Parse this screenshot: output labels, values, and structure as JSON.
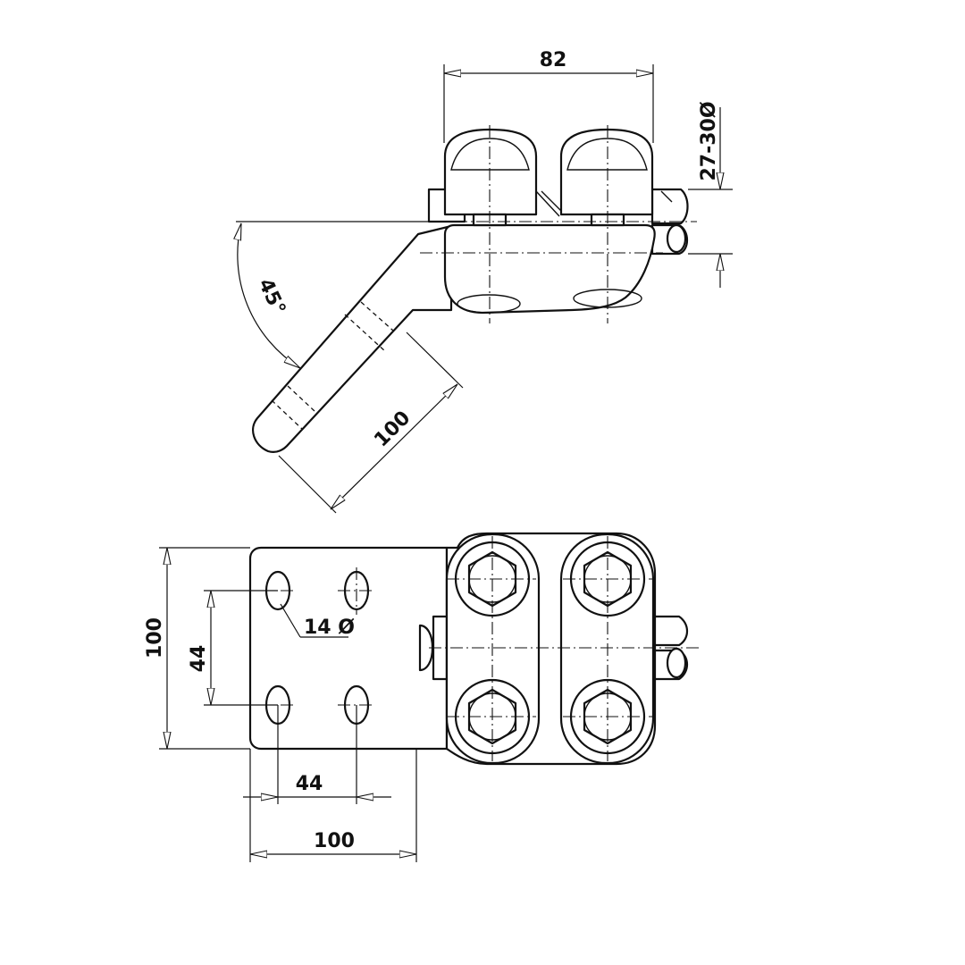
{
  "drawing": {
    "dimensions": {
      "top_width": "82",
      "conductor_diameter": "27-30Ø",
      "angle": "45°",
      "palm_length_side": "100",
      "plate_height": "100",
      "hole_spacing_vertical": "44",
      "hole_diameter": "14 Ø",
      "hole_spacing_horizontal": "44",
      "plate_width": "100"
    }
  }
}
